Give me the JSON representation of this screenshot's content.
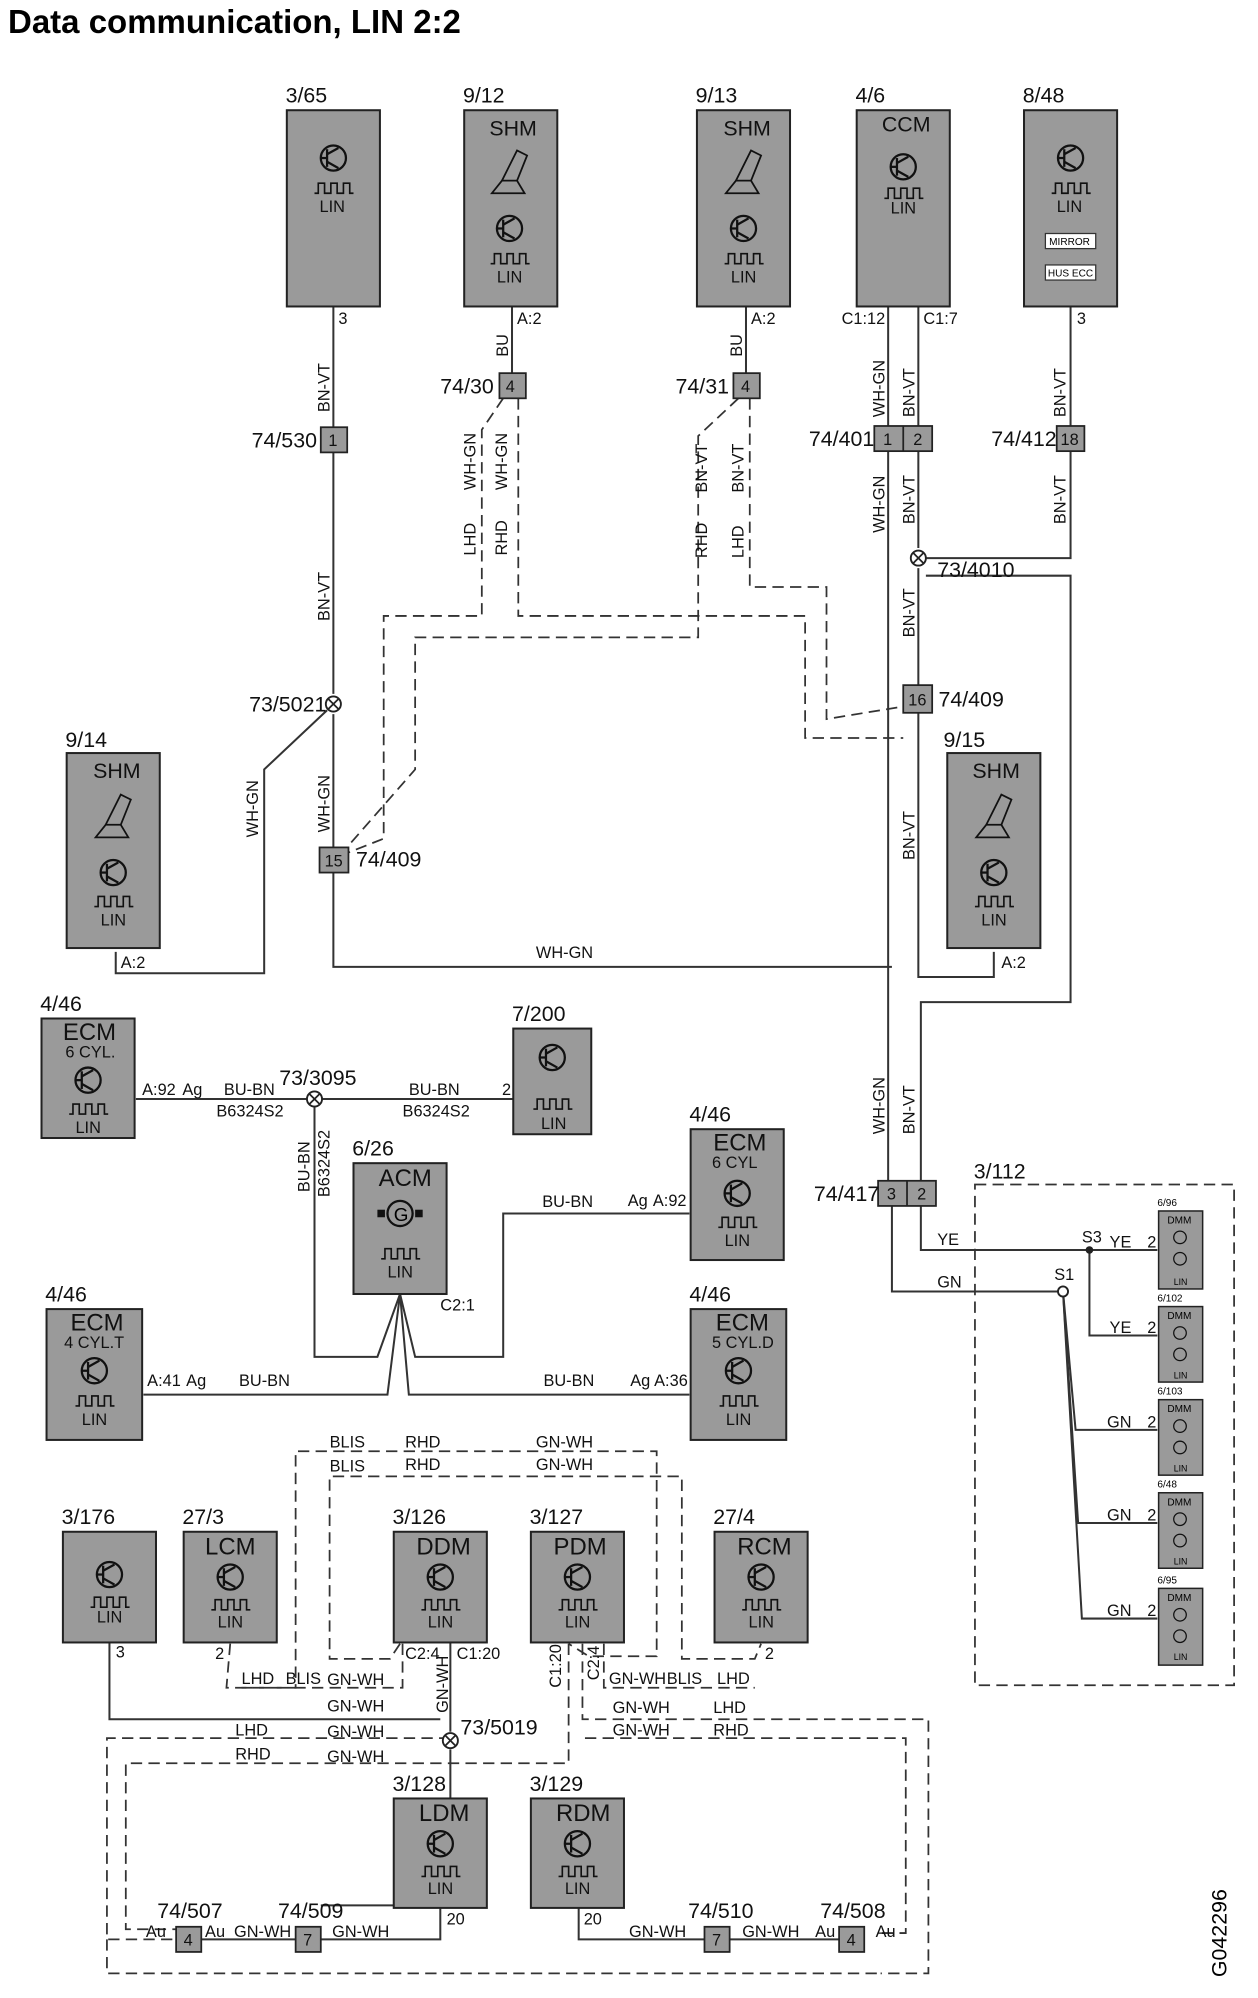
{
  "title": "Data communication, LIN 2:2",
  "drawing_id": "G042296",
  "modules": [
    {
      "ref": "3/65",
      "name": "",
      "sub": "",
      "bus": "LIN",
      "pin": "3"
    },
    {
      "ref": "9/12",
      "name": "SHM",
      "sub": "",
      "bus": "LIN",
      "pin": "A:2"
    },
    {
      "ref": "9/13",
      "name": "SHM",
      "sub": "",
      "bus": "LIN",
      "pin": "A:2"
    },
    {
      "ref": "4/6",
      "name": "CCM",
      "sub": "",
      "bus": "LIN",
      "pin": "C1:12",
      "pin2": "C1:7"
    },
    {
      "ref": "8/48",
      "name": "",
      "sub": "",
      "bus": "LIN",
      "pin": "3",
      "tag1": "MIRROR",
      "tag2": "HUS ECC"
    },
    {
      "ref": "9/14",
      "name": "SHM",
      "sub": "",
      "bus": "LIN",
      "pin": "A:2"
    },
    {
      "ref": "9/15",
      "name": "SHM",
      "sub": "",
      "bus": "LIN",
      "pin": "A:2"
    },
    {
      "ref": "4/46",
      "name": "ECM",
      "sub": "6 CYL.",
      "bus": "LIN",
      "pin": "A:92"
    },
    {
      "ref": "7/200",
      "name": "",
      "sub": "",
      "bus": "LIN",
      "pin": "2"
    },
    {
      "ref": "6/26",
      "name": "ACM",
      "sub": "",
      "bus": "LIN",
      "pin": "C2:1"
    },
    {
      "ref": "4/46",
      "name": "ECM",
      "sub": "6 CYL",
      "bus": "LIN",
      "pin": "A:92"
    },
    {
      "ref": "4/46",
      "name": "ECM",
      "sub": "4 CYL.T",
      "bus": "LIN",
      "pin": "A:41"
    },
    {
      "ref": "4/46",
      "name": "ECM",
      "sub": "5 CYL.D",
      "bus": "LIN",
      "pin": "A:36"
    },
    {
      "ref": "3/176",
      "name": "",
      "sub": "",
      "bus": "LIN",
      "pin": "3"
    },
    {
      "ref": "27/3",
      "name": "LCM",
      "sub": "",
      "bus": "LIN",
      "pin": "2"
    },
    {
      "ref": "3/126",
      "name": "DDM",
      "sub": "",
      "bus": "LIN",
      "pin": "C2:4",
      "pin2": "C1:20"
    },
    {
      "ref": "3/127",
      "name": "PDM",
      "sub": "",
      "bus": "LIN",
      "pin": "C1:20",
      "pin2": "C2:4"
    },
    {
      "ref": "27/4",
      "name": "RCM",
      "sub": "",
      "bus": "LIN",
      "pin": "2"
    },
    {
      "ref": "3/128",
      "name": "LDM",
      "sub": "",
      "bus": "LIN",
      "pin": "20"
    },
    {
      "ref": "3/129",
      "name": "RDM",
      "sub": "",
      "bus": "LIN",
      "pin": "20"
    }
  ],
  "dmm_group": {
    "ref": "3/112",
    "units": [
      {
        "ref": "6/96",
        "name": "DMM",
        "bus": "LIN",
        "pin": "2",
        "wire": "YE"
      },
      {
        "ref": "6/102",
        "name": "DMM",
        "bus": "LIN",
        "pin": "2",
        "wire": "YE"
      },
      {
        "ref": "6/103",
        "name": "DMM",
        "bus": "LIN",
        "pin": "2",
        "wire": "GN"
      },
      {
        "ref": "6/48",
        "name": "DMM",
        "bus": "LIN",
        "pin": "2",
        "wire": "GN"
      },
      {
        "ref": "6/95",
        "name": "DMM",
        "bus": "LIN",
        "pin": "2",
        "wire": "GN"
      }
    ],
    "splices": [
      "S3",
      "S1"
    ]
  },
  "connectors": [
    {
      "ref": "74/30",
      "pin": "4"
    },
    {
      "ref": "74/31",
      "pin": "4"
    },
    {
      "ref": "74/530",
      "pin": "1"
    },
    {
      "ref": "74/401",
      "pin": "1",
      "pin2": "2"
    },
    {
      "ref": "74/412",
      "pin": "18"
    },
    {
      "ref": "74/409",
      "pin": "16"
    },
    {
      "ref": "74/409",
      "pin": "15"
    },
    {
      "ref": "74/417",
      "pin": "3",
      "pin2": "2"
    },
    {
      "ref": "74/507",
      "pin": "4"
    },
    {
      "ref": "74/509",
      "pin": "7"
    },
    {
      "ref": "74/510",
      "pin": "7"
    },
    {
      "ref": "74/508",
      "pin": "4"
    }
  ],
  "splices": [
    "73/4010",
    "73/5021",
    "73/3095",
    "73/5019"
  ],
  "wire_labels": {
    "bnvt": "BN-VT",
    "whgn": "WH-GN",
    "bu": "BU",
    "bubn": "BU-BN",
    "gnwh": "GN-WH",
    "ye": "YE",
    "gn": "GN",
    "ag": "Ag",
    "au": "Au",
    "lhd": "LHD",
    "rhd": "RHD",
    "blis": "BLIS",
    "b6324s2": "B6324S2"
  }
}
